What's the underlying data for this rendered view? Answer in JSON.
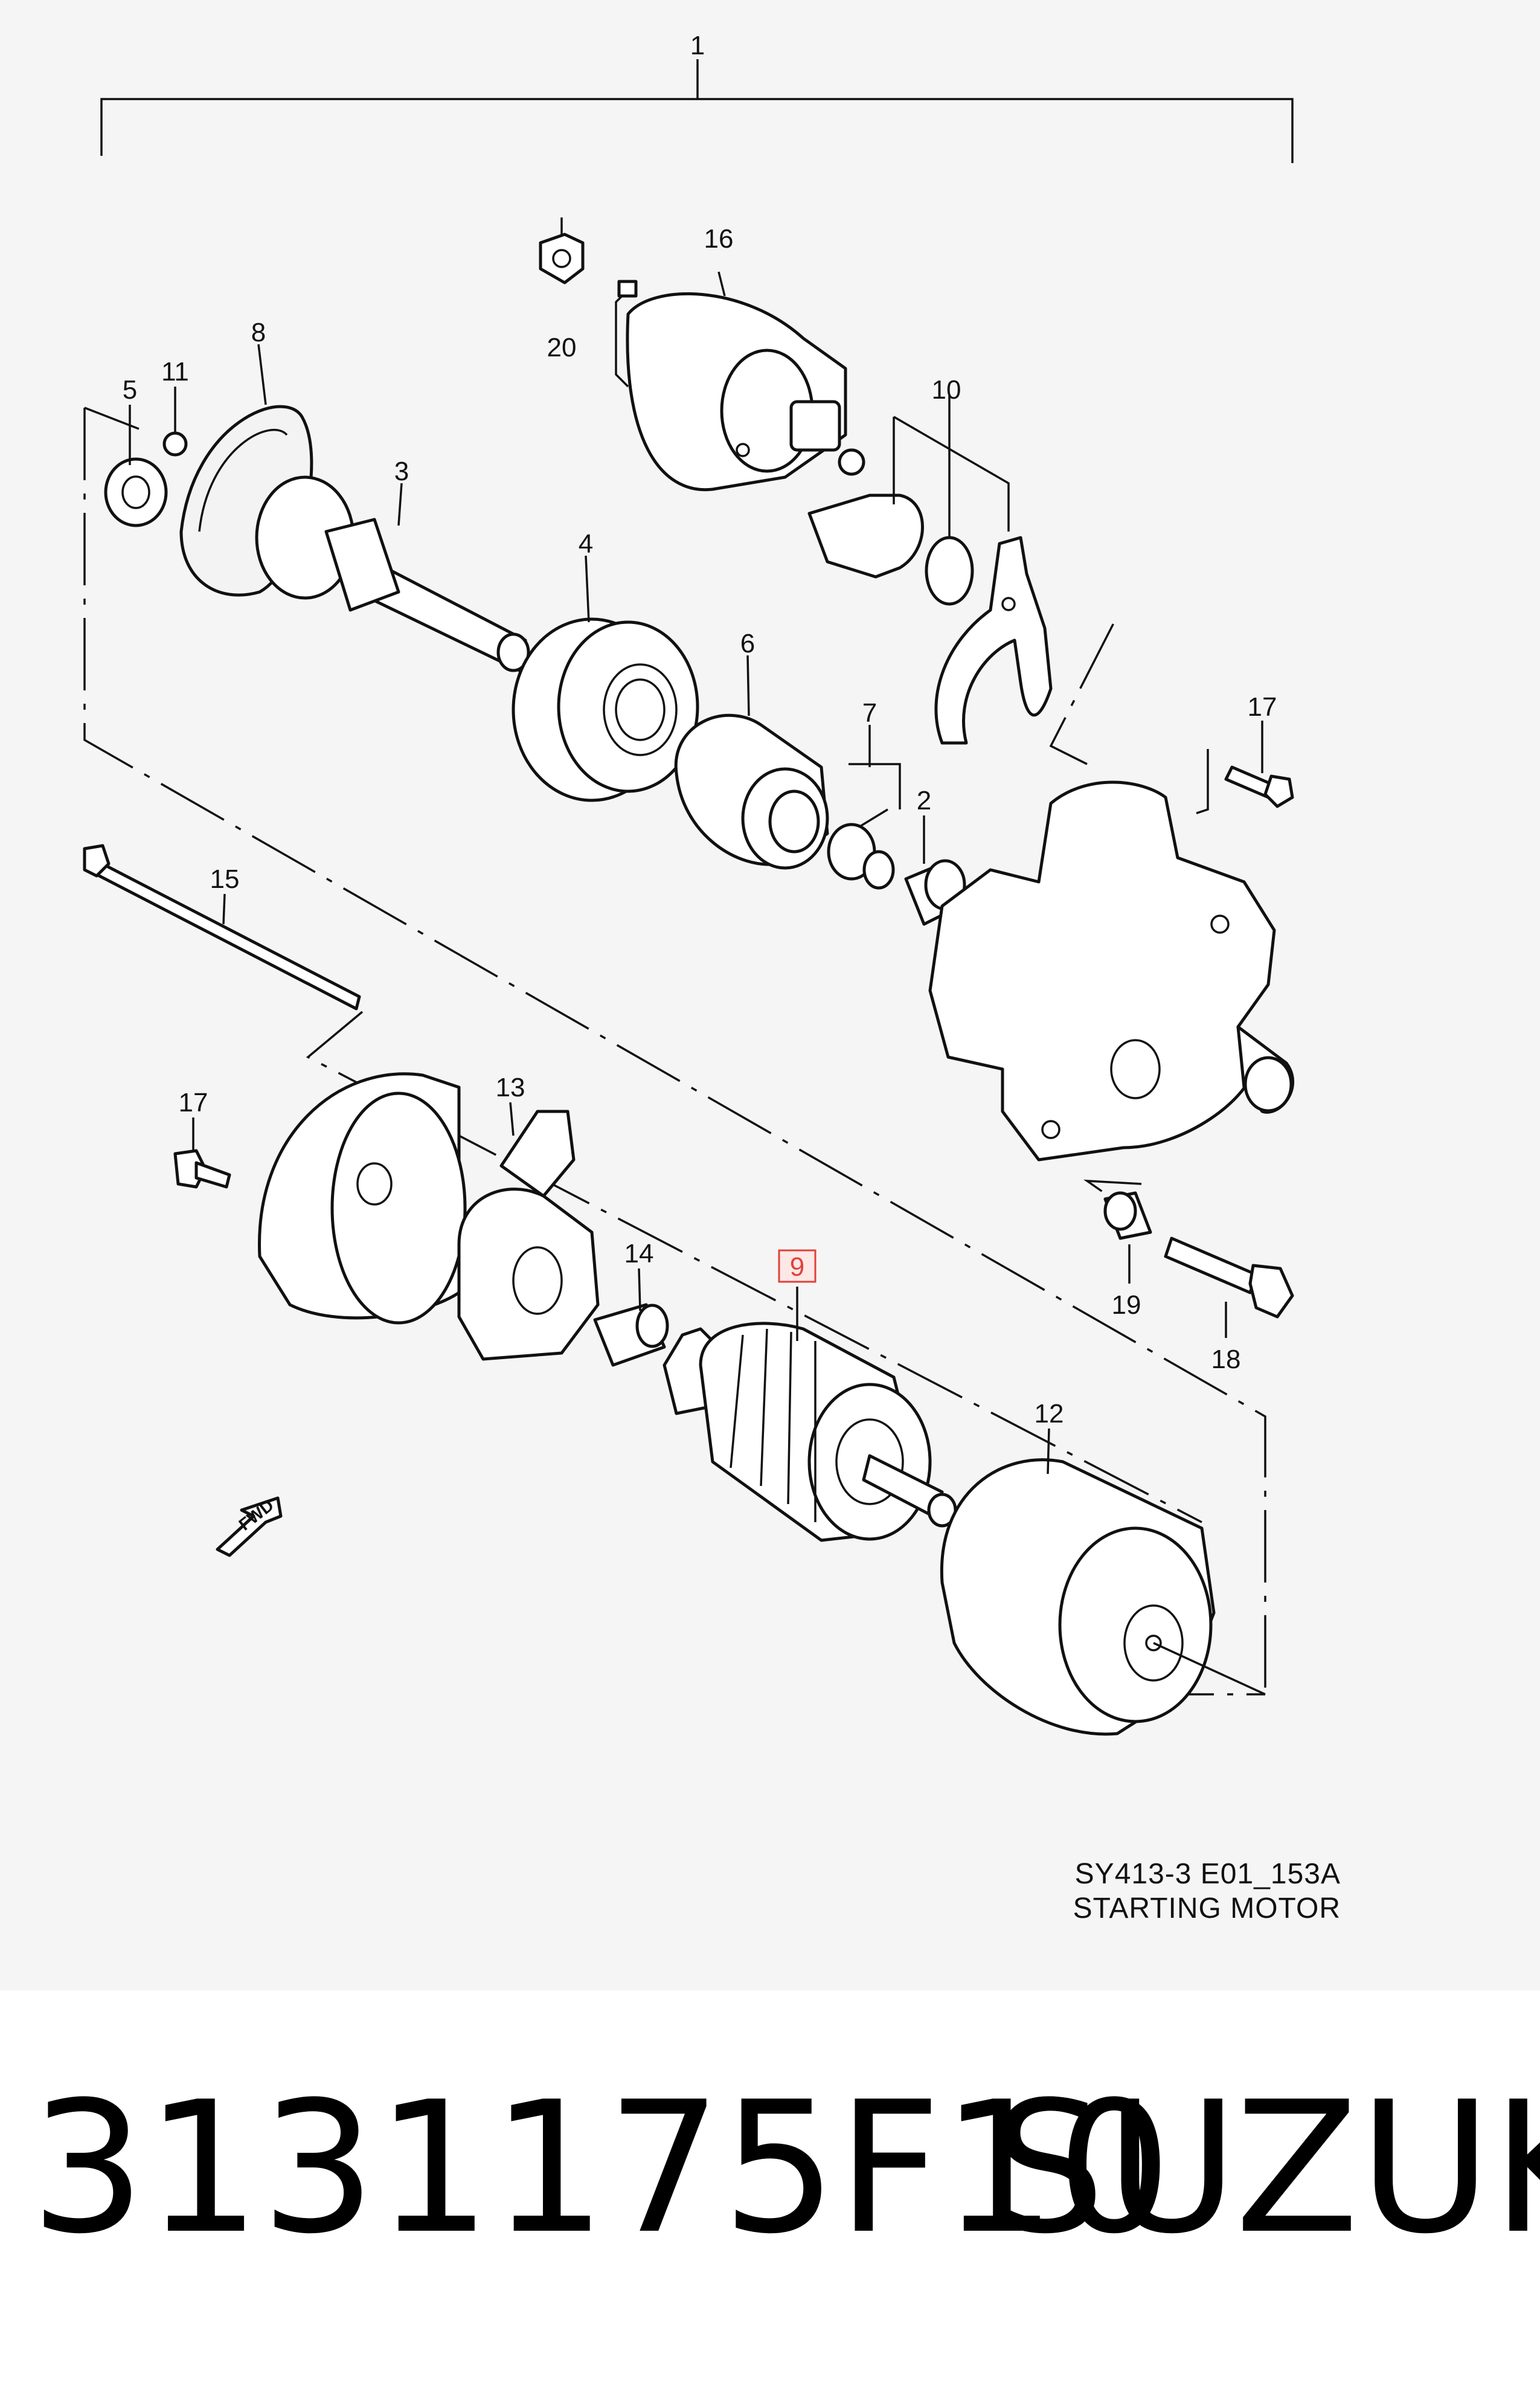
{
  "diagram": {
    "callouts": [
      {
        "id": "1",
        "label": "1"
      },
      {
        "id": "2",
        "label": "2"
      },
      {
        "id": "3",
        "label": "3"
      },
      {
        "id": "4",
        "label": "4"
      },
      {
        "id": "5",
        "label": "5"
      },
      {
        "id": "6",
        "label": "6"
      },
      {
        "id": "7",
        "label": "7"
      },
      {
        "id": "8",
        "label": "8"
      },
      {
        "id": "9",
        "label": "9",
        "highlighted": true
      },
      {
        "id": "10",
        "label": "10"
      },
      {
        "id": "11",
        "label": "11"
      },
      {
        "id": "12",
        "label": "12"
      },
      {
        "id": "13",
        "label": "13"
      },
      {
        "id": "14",
        "label": "14"
      },
      {
        "id": "15",
        "label": "15"
      },
      {
        "id": "16",
        "label": "16"
      },
      {
        "id": "17a",
        "label": "17"
      },
      {
        "id": "17b",
        "label": "17"
      },
      {
        "id": "18",
        "label": "18"
      },
      {
        "id": "19",
        "label": "19"
      },
      {
        "id": "20",
        "label": "20"
      }
    ],
    "fwd_arrow_label": "FWD",
    "highlight_color": "#e0423c",
    "caption_code": "SY413-3 E01_153A",
    "caption_title": "STARTING MOTOR"
  },
  "footer": {
    "part_number": "3131175F10",
    "brand": "SUZUKI"
  }
}
